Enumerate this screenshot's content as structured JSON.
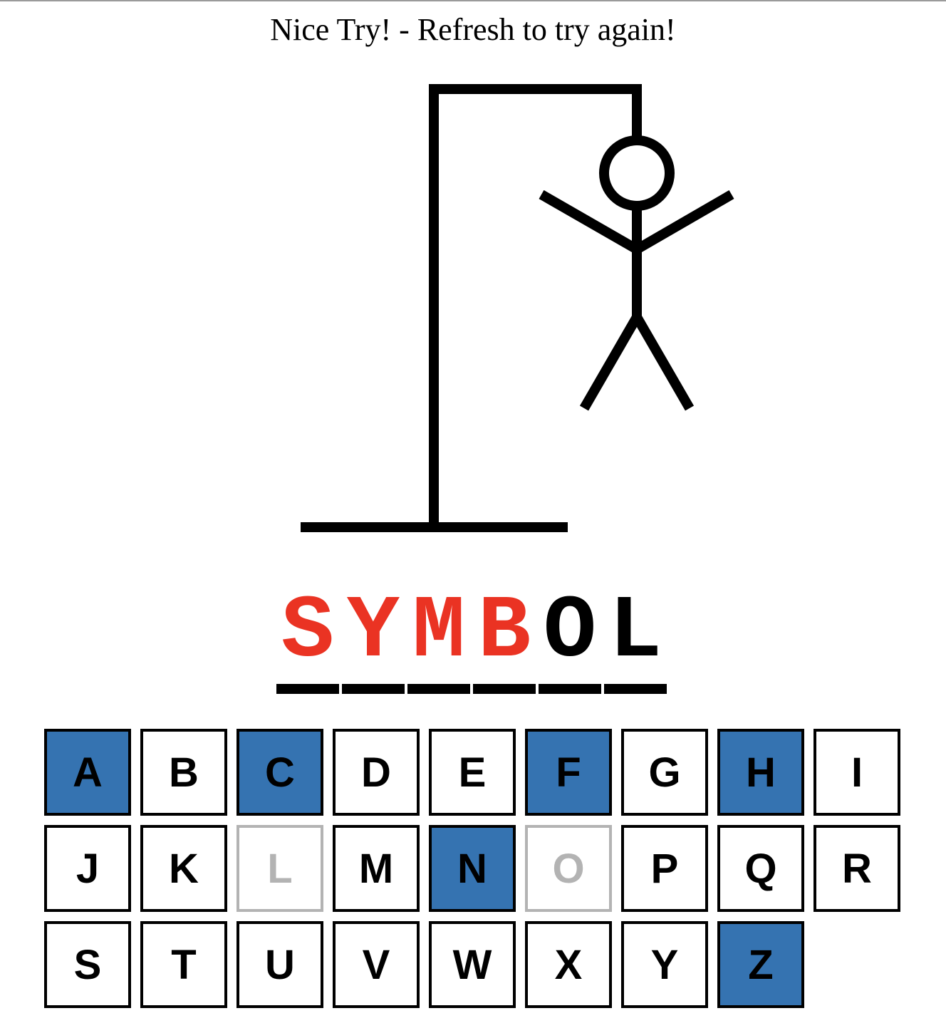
{
  "status_message": "Nice Try! - Refresh to try again!",
  "colors": {
    "revealed_letter": "#ea3323",
    "missed_letter": "#000000",
    "wrong_guess_key": "#3573b1",
    "correct_guess_key": "#b3b3b3",
    "drawing_stroke": "#000000"
  },
  "word": [
    {
      "letter": "S",
      "state": "revealed"
    },
    {
      "letter": "Y",
      "state": "revealed"
    },
    {
      "letter": "M",
      "state": "revealed"
    },
    {
      "letter": "B",
      "state": "revealed"
    },
    {
      "letter": "O",
      "state": "missed"
    },
    {
      "letter": "L",
      "state": "missed"
    }
  ],
  "keyboard": [
    {
      "letter": "A",
      "state": "wrong"
    },
    {
      "letter": "B",
      "state": "unused"
    },
    {
      "letter": "C",
      "state": "wrong"
    },
    {
      "letter": "D",
      "state": "unused"
    },
    {
      "letter": "E",
      "state": "unused"
    },
    {
      "letter": "F",
      "state": "wrong"
    },
    {
      "letter": "G",
      "state": "unused"
    },
    {
      "letter": "H",
      "state": "wrong"
    },
    {
      "letter": "I",
      "state": "unused"
    },
    {
      "letter": "J",
      "state": "unused"
    },
    {
      "letter": "K",
      "state": "unused"
    },
    {
      "letter": "L",
      "state": "correct"
    },
    {
      "letter": "M",
      "state": "unused"
    },
    {
      "letter": "N",
      "state": "wrong"
    },
    {
      "letter": "O",
      "state": "correct"
    },
    {
      "letter": "P",
      "state": "unused"
    },
    {
      "letter": "Q",
      "state": "unused"
    },
    {
      "letter": "R",
      "state": "unused"
    },
    {
      "letter": "S",
      "state": "unused"
    },
    {
      "letter": "T",
      "state": "unused"
    },
    {
      "letter": "U",
      "state": "unused"
    },
    {
      "letter": "V",
      "state": "unused"
    },
    {
      "letter": "W",
      "state": "unused"
    },
    {
      "letter": "X",
      "state": "unused"
    },
    {
      "letter": "Y",
      "state": "unused"
    },
    {
      "letter": "Z",
      "state": "wrong"
    }
  ],
  "hangman_parts_shown": [
    "base",
    "pole",
    "beam",
    "rope",
    "head",
    "body",
    "left-arm",
    "right-arm",
    "left-leg",
    "right-leg"
  ]
}
